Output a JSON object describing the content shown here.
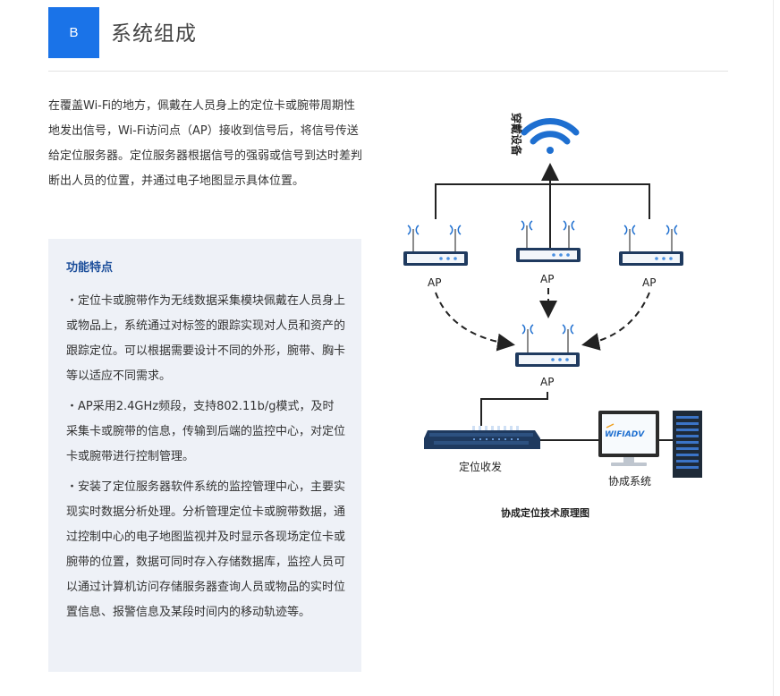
{
  "header": {
    "badge": "B",
    "title": "系统组成"
  },
  "intro": {
    "text": "在覆盖Wi-Fi的地方，佩戴在人员身上的定位卡或腕带周期性地发出信号，Wi-Fi访问点（AP）接收到信号后，将信号传送给定位服务器。定位服务器根据信号的强弱或信号到达时差判断出人员的位置，并通过电子地图显示具体位置。"
  },
  "features": {
    "title": "功能特点",
    "items": [
      "・定位卡或腕带作为无线数据采集模块佩戴在人员身上或物品上，系统通过对标签的跟踪实现对人员和资产的跟踪定位。可以根据需要设计不同的外形，腕带、胸卡等以适应不同需求。",
      "・AP采用2.4GHz频段，支持802.11b/g模式，及时采集卡或腕带的信息，传输到后端的监控中心，对定位卡或腕带进行控制管理。",
      "・安装了定位服务器软件系统的监控管理中心，主要实现实时数据分析处理。分析管理定位卡或腕带数据，通过控制中心的电子地图监视并及时显示各现场定位卡或腕带的位置，数据可同时存入存储数据库，监控人员可以通过计算机访问存储服务器查询人员或物品的实时位置信息、报警信息及某段时间内的移动轨迹等。"
    ]
  },
  "diagram": {
    "wearable_label": "穿戴设备",
    "ap_label": "AP",
    "receiver_label": "定位收发",
    "system_label": "协成系统",
    "monitor_logo": "WIFIADV",
    "caption": "协成定位技术原理图",
    "colors": {
      "wifi_blue": "#1e6fd0",
      "device_navy": "#1f3a5f",
      "led_blue": "#4a90e2",
      "rack_dark": "#1e2a38"
    }
  }
}
